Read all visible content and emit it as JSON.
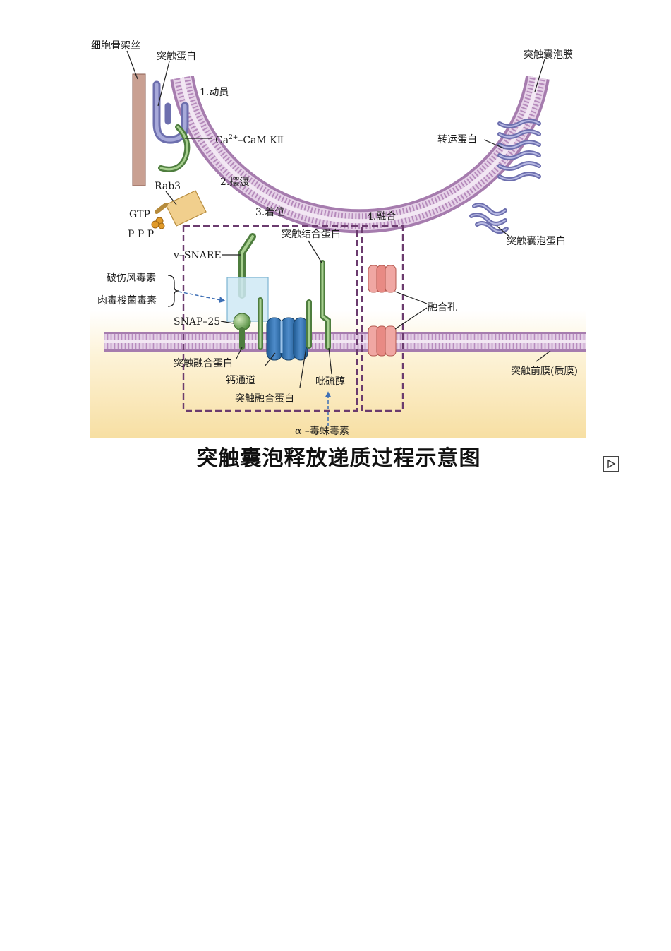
{
  "caption": "突触囊泡释放递质过程示意图",
  "labels": {
    "cytoskeleton": "细胞骨架丝",
    "synapsin": "突触蛋白",
    "step1": "1.动员",
    "camk_main": "Ca",
    "camk_sup": "2+",
    "camk_rest": "–CaM KⅡ",
    "step2": "2.摆渡",
    "rab3": "Rab3",
    "gtp": "GTP",
    "ppp": "P P P",
    "step3": "3.着位",
    "step4": "4.融合",
    "v_snare": "v–SNARE",
    "tetanus": "破伤风毒素",
    "botulinum": "肉毒梭菌毒素",
    "snap25": "SNAP–25",
    "syntaxin_left": "突触融合蛋白",
    "ca_channel": "钙通道",
    "syntaxin_bottom": "突触融合蛋白",
    "synaptotagmin": "突触结合蛋白",
    "pyridoxal": "吡硫醇",
    "latrotoxin": "α –毒蛛毒素",
    "vesicle_membrane": "突触囊泡膜",
    "transporter": "转运蛋白",
    "vesicle_protein": "突触囊泡蛋白",
    "fusion_pore": "融合孔",
    "presynaptic_membrane": "突触前膜(质膜)"
  },
  "colors": {
    "membrane": "#c9a3cc",
    "membrane_dark": "#a87bb0",
    "cytoplasm": "#fbe9bf",
    "protein_green": "#7fae6a",
    "protein_green_dark": "#4e7d3e",
    "protein_purple": "#8c8fc4",
    "channel_blue": "#2d6ea8",
    "pore_red": "#e99a95",
    "rab3_tan": "#f0cf8f",
    "gtp_orange": "#e3a13a",
    "cytoskeleton": "#c79b8c",
    "box_dash": "#6b3b6e",
    "arrow_blue": "#3e6fb5"
  }
}
